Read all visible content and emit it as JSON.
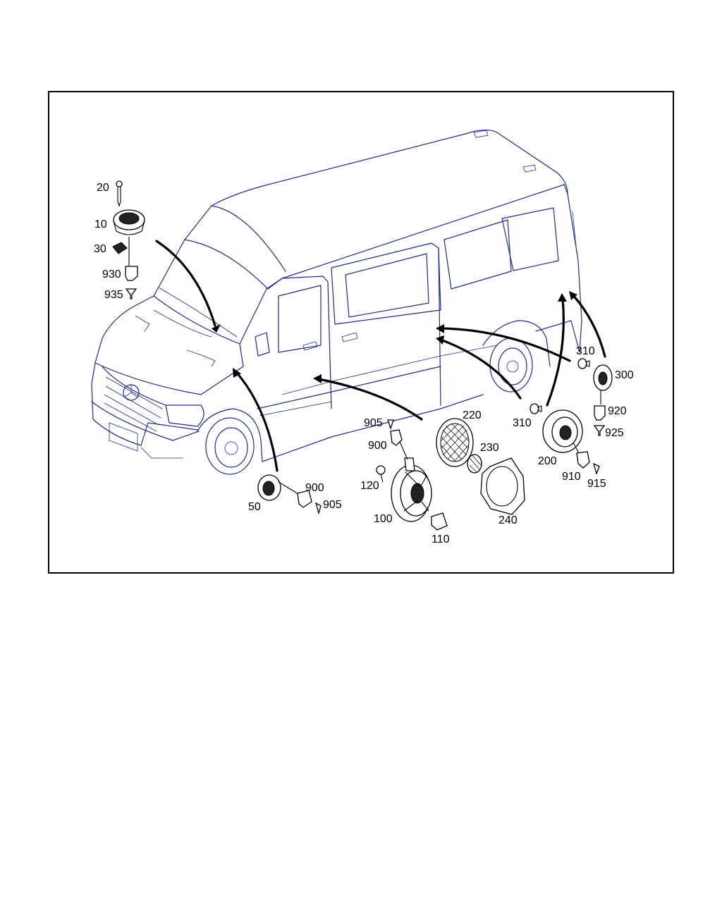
{
  "callouts": [
    {
      "id": "20",
      "text": "20"
    },
    {
      "id": "10",
      "text": "10"
    },
    {
      "id": "30",
      "text": "30"
    },
    {
      "id": "930",
      "text": "930"
    },
    {
      "id": "935",
      "text": "935"
    },
    {
      "id": "50",
      "text": "50"
    },
    {
      "id": "900a",
      "text": "900"
    },
    {
      "id": "905a",
      "text": "905"
    },
    {
      "id": "905b",
      "text": "905"
    },
    {
      "id": "900b",
      "text": "900"
    },
    {
      "id": "120",
      "text": "120"
    },
    {
      "id": "100",
      "text": "100"
    },
    {
      "id": "110",
      "text": "110"
    },
    {
      "id": "220",
      "text": "220"
    },
    {
      "id": "230",
      "text": "230"
    },
    {
      "id": "240",
      "text": "240"
    },
    {
      "id": "310a",
      "text": "310"
    },
    {
      "id": "200",
      "text": "200"
    },
    {
      "id": "910",
      "text": "910"
    },
    {
      "id": "915",
      "text": "915"
    },
    {
      "id": "310b",
      "text": "310"
    },
    {
      "id": "300",
      "text": "300"
    },
    {
      "id": "920",
      "text": "920"
    },
    {
      "id": "925",
      "text": "925"
    }
  ],
  "colors": {
    "van_line": "#1e2a8c",
    "parts": "#000000"
  }
}
